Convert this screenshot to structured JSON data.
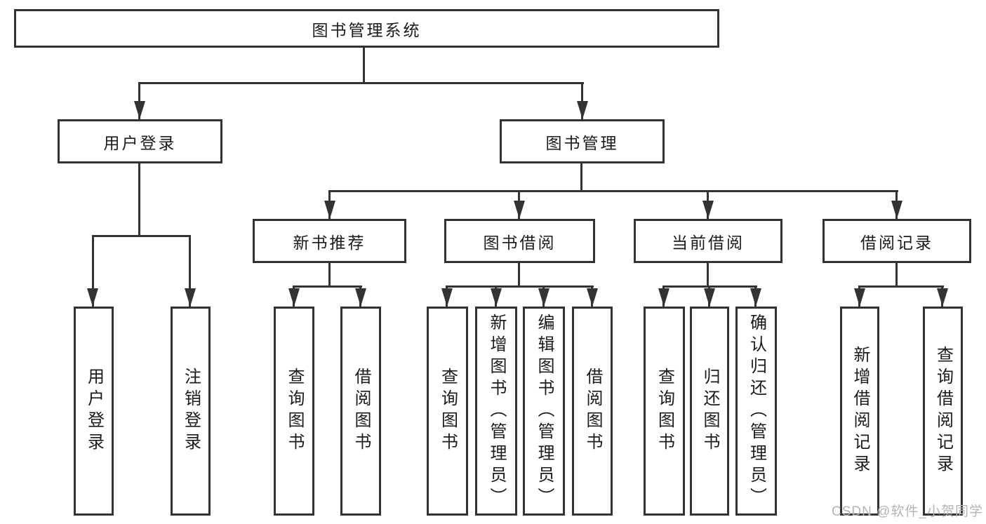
{
  "nodes": {
    "root": "图书管理系统",
    "user_login": "用户登录",
    "book_mgmt": "图书管理",
    "new_book_rec": "新书推荐",
    "book_borrow": "图书借阅",
    "current_borrow": "当前借阅",
    "borrow_records": "借阅记录",
    "leaf_user_login": "用户登录",
    "leaf_logout": "注销登录",
    "leaf_query_book_1": "查询图书",
    "leaf_borrow_book_1": "借阅图书",
    "leaf_query_book_2": "查询图书",
    "leaf_add_book": "新增图书（管理员）",
    "leaf_edit_book": "编辑图书（管理员）",
    "leaf_borrow_book_2": "借阅图书",
    "leaf_query_book_3": "查询图书",
    "leaf_return_book": "归还图书",
    "leaf_confirm_return": "确认归还（管理员）",
    "leaf_add_record": "新增借阅记录",
    "leaf_query_record": "查询借阅记录"
  },
  "watermark": "CSDN @软件_小贺同学",
  "colors": {
    "line": "#333333",
    "text": "#1b1b1b",
    "watermark": "#b4b4b4",
    "background": "#ffffff"
  }
}
